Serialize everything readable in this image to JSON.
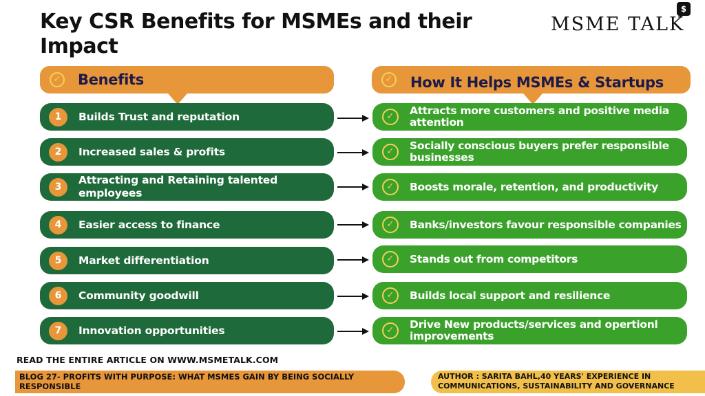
{
  "title": "Key CSR Benefits for MSMEs and their Impact",
  "logo": {
    "text": "MSME TALK",
    "badge": "$"
  },
  "headers": {
    "benefits": "Benefits",
    "how_it_helps": "How It Helps MSMEs & Startups"
  },
  "rows": [
    {
      "num": "1",
      "benefit": "Builds Trust and reputation",
      "impact": "Attracts more customers and positive media attention"
    },
    {
      "num": "2",
      "benefit": "Increased sales & profits",
      "impact": "Socially conscious buyers prefer responsible businesses"
    },
    {
      "num": "3",
      "benefit": "Attracting and Retaining talented employees",
      "impact": "Boosts morale, retention, and productivity"
    },
    {
      "num": "4",
      "benefit": "Easier access to finance",
      "impact": "Banks/investors favour responsible companies"
    },
    {
      "num": "5",
      "benefit": "Market differentiation",
      "impact": "Stands out from competitors"
    },
    {
      "num": "6",
      "benefit": "Community goodwill",
      "impact": "Builds local support and resilience"
    },
    {
      "num": "7",
      "benefit": "Innovation opportunities",
      "impact": "Drive New products/services and opertionl improvements"
    }
  ],
  "footer": {
    "read_more": "READ THE ENTIRE ARTICLE ON WWW.MSMETALK.COM",
    "blog": "BLOG 27- PROFITS WITH PURPOSE: WHAT MSMES GAIN BY BEING SOCIALLY RESPONSIBLE",
    "author": "AUTHOR : SARITA BAHL,40 YEARS' EXPERIENCE IN COMMUNICATIONS, SUSTAINABILITY AND GOVERNANCE"
  },
  "colors": {
    "orange": "#e8963a",
    "dark_green": "#1f6a3a",
    "light_green": "#3aa12a",
    "yellow": "#f2c04a",
    "navy": "#1c1a4a"
  }
}
